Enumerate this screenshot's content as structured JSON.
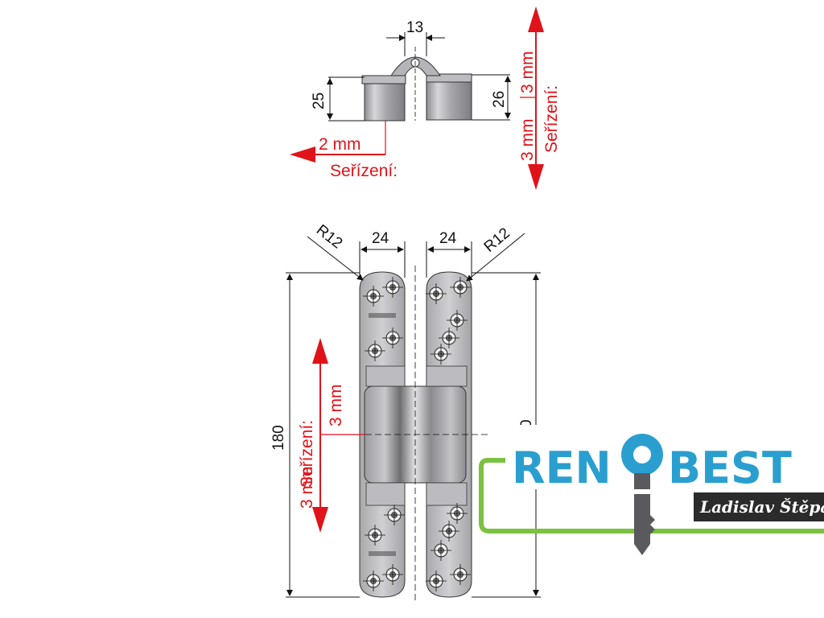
{
  "top_view": {
    "dim_width": "13",
    "dim_left_height": "25",
    "dim_right_height": "26",
    "adj_horizontal": "2 mm",
    "adj_label": "Seřízení:",
    "adj_vertical_up": "3 mm",
    "adj_vertical_down": "3 mm",
    "adj_vertical_label": "Seřízení:"
  },
  "front_view": {
    "dim_left_width": "24",
    "dim_right_width": "24",
    "dim_left_radius": "R12",
    "dim_right_radius": "R12",
    "dim_height": "180",
    "dim_right_partial": "0",
    "adj_label": "Seřízení:",
    "adj_up": "3 mm",
    "adj_down": "3 mm"
  },
  "logo": {
    "brand_left": "REN",
    "brand_right": "BEST",
    "owner": "Ladislav Štěpán",
    "colors": {
      "text": "#2a9fcf",
      "frame": "#7bc142",
      "owner_bg": "#2b2b2b"
    }
  },
  "colors": {
    "adjustment": "#e0131a",
    "lines": "#111111",
    "metal": "#b9b9bd"
  }
}
